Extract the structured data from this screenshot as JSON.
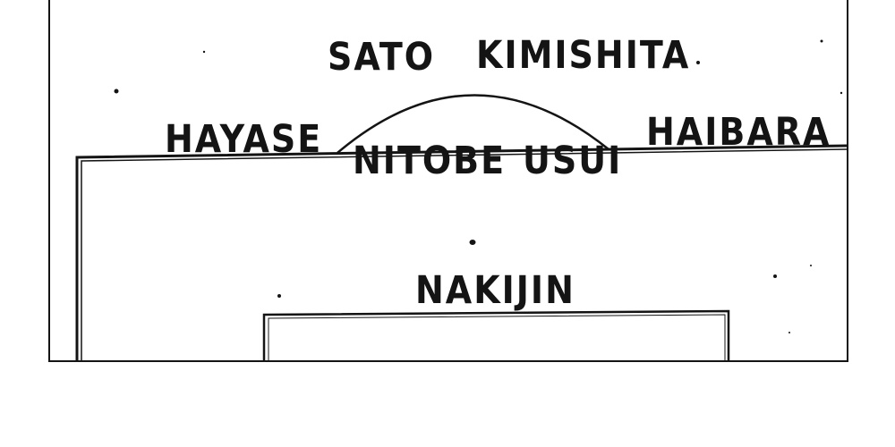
{
  "formation": {
    "forwards": [
      "SATO",
      "KIMISHITA"
    ],
    "midfield": {
      "left_wing": "HAYASE",
      "center_left": "NITOBE",
      "center_right": "USUI",
      "right_wing": "HAIBARA"
    },
    "defense": [
      "NAKIJIN"
    ]
  },
  "colors": {
    "ink": "#141414",
    "paper": "#ffffff"
  }
}
